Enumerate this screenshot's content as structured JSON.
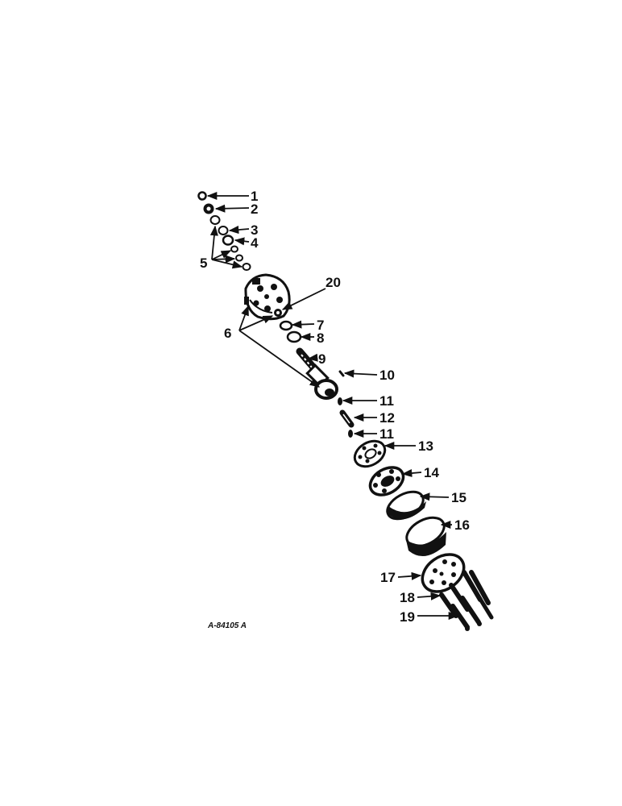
{
  "figure": {
    "reference_code": "A-84105 A",
    "callouts": [
      "1",
      "2",
      "3",
      "4",
      "5",
      "6",
      "7",
      "8",
      "9",
      "10",
      "11",
      "12",
      "11",
      "13",
      "14",
      "15",
      "16",
      "17",
      "18",
      "19",
      "20"
    ]
  }
}
